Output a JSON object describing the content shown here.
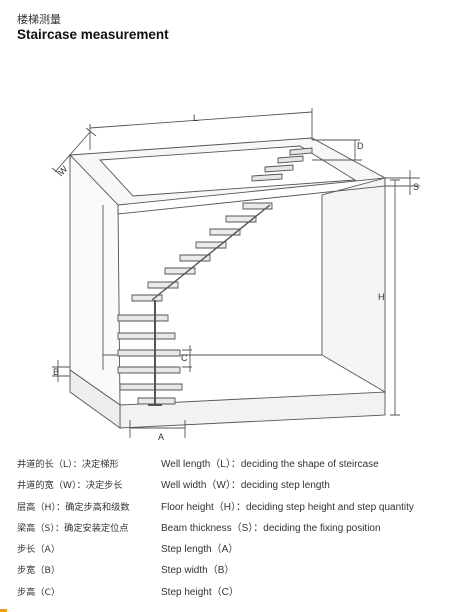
{
  "header": {
    "title_cn": "楼梯测量",
    "title_en": "Staircase measurement"
  },
  "diagram": {
    "labels": {
      "L": "L",
      "W": "W",
      "D": "D",
      "S": "S",
      "H": "H",
      "C": "C",
      "B": "B",
      "A": "A"
    }
  },
  "legend": [
    {
      "cn": "井道的长（L）：决定梯形",
      "en": "Well length（L）：deciding the shape of steircase"
    },
    {
      "cn": "井道的宽（W）：决定步长",
      "en": "Well width（W）：deciding step length"
    },
    {
      "cn": "层高（H）：确定步高和级数",
      "en": "Floor height（H）：deciding step height and step quantity"
    },
    {
      "cn": "梁高（S）：确定安装定位点",
      "en": "Beam thickness（S）：deciding the fixing position"
    },
    {
      "cn": "步长（A）",
      "en": "Step length（A）"
    },
    {
      "cn": "步宽（B）",
      "en": "Step width（B）"
    },
    {
      "cn": "步高（C）",
      "en": "Step height（C）"
    }
  ]
}
